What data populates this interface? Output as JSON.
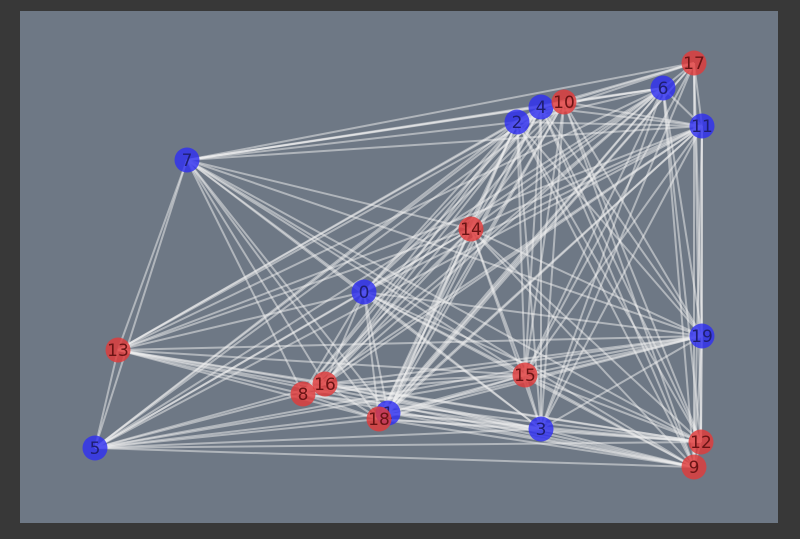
{
  "colors": {
    "frame": "#383838",
    "canvas": "#6e7885",
    "edge": "#f2f2f2",
    "node_blue": "#3030f0",
    "node_red": "#e03a3a",
    "label_blue": "#1e1e70",
    "label_red": "#6a1414"
  },
  "graph": {
    "nodes": [
      {
        "id": "0",
        "group": "blue"
      },
      {
        "id": "1",
        "group": "blue"
      },
      {
        "id": "2",
        "group": "blue"
      },
      {
        "id": "3",
        "group": "blue"
      },
      {
        "id": "4",
        "group": "blue"
      },
      {
        "id": "5",
        "group": "blue"
      },
      {
        "id": "6",
        "group": "blue"
      },
      {
        "id": "7",
        "group": "blue"
      },
      {
        "id": "8",
        "group": "red"
      },
      {
        "id": "9",
        "group": "red"
      },
      {
        "id": "10",
        "group": "red"
      },
      {
        "id": "11",
        "group": "blue"
      },
      {
        "id": "12",
        "group": "red"
      },
      {
        "id": "13",
        "group": "red"
      },
      {
        "id": "14",
        "group": "red"
      },
      {
        "id": "15",
        "group": "red"
      },
      {
        "id": "16",
        "group": "red"
      },
      {
        "id": "17",
        "group": "red"
      },
      {
        "id": "18",
        "group": "red"
      },
      {
        "id": "19",
        "group": "blue"
      }
    ],
    "edges": [
      [
        "7",
        "2"
      ],
      [
        "7",
        "4"
      ],
      [
        "7",
        "10"
      ],
      [
        "7",
        "6"
      ],
      [
        "7",
        "17"
      ],
      [
        "7",
        "11"
      ],
      [
        "7",
        "14"
      ],
      [
        "7",
        "0"
      ],
      [
        "7",
        "15"
      ],
      [
        "7",
        "19"
      ],
      [
        "7",
        "3"
      ],
      [
        "7",
        "12"
      ],
      [
        "7",
        "9"
      ],
      [
        "7",
        "8"
      ],
      [
        "7",
        "16"
      ],
      [
        "7",
        "18"
      ],
      [
        "7",
        "1"
      ],
      [
        "7",
        "13"
      ],
      [
        "7",
        "5"
      ],
      [
        "13",
        "2"
      ],
      [
        "13",
        "4"
      ],
      [
        "13",
        "10"
      ],
      [
        "13",
        "6"
      ],
      [
        "13",
        "11"
      ],
      [
        "13",
        "14"
      ],
      [
        "13",
        "0"
      ],
      [
        "13",
        "15"
      ],
      [
        "13",
        "19"
      ],
      [
        "13",
        "3"
      ],
      [
        "13",
        "12"
      ],
      [
        "13",
        "9"
      ],
      [
        "13",
        "8"
      ],
      [
        "13",
        "16"
      ],
      [
        "13",
        "18"
      ],
      [
        "13",
        "5"
      ],
      [
        "5",
        "2"
      ],
      [
        "5",
        "4"
      ],
      [
        "5",
        "10"
      ],
      [
        "5",
        "6"
      ],
      [
        "5",
        "11"
      ],
      [
        "5",
        "14"
      ],
      [
        "5",
        "0"
      ],
      [
        "5",
        "15"
      ],
      [
        "5",
        "19"
      ],
      [
        "5",
        "3"
      ],
      [
        "5",
        "12"
      ],
      [
        "5",
        "9"
      ],
      [
        "5",
        "8"
      ],
      [
        "5",
        "16"
      ],
      [
        "5",
        "18"
      ],
      [
        "5",
        "1"
      ],
      [
        "8",
        "2"
      ],
      [
        "8",
        "4"
      ],
      [
        "8",
        "6"
      ],
      [
        "8",
        "11"
      ],
      [
        "8",
        "14"
      ],
      [
        "8",
        "0"
      ],
      [
        "8",
        "15"
      ],
      [
        "8",
        "19"
      ],
      [
        "8",
        "3"
      ],
      [
        "8",
        "12"
      ],
      [
        "8",
        "9"
      ],
      [
        "8",
        "16"
      ],
      [
        "8",
        "18"
      ],
      [
        "16",
        "2"
      ],
      [
        "16",
        "4"
      ],
      [
        "16",
        "10"
      ],
      [
        "16",
        "6"
      ],
      [
        "16",
        "11"
      ],
      [
        "16",
        "14"
      ],
      [
        "16",
        "0"
      ],
      [
        "16",
        "15"
      ],
      [
        "16",
        "19"
      ],
      [
        "16",
        "3"
      ],
      [
        "16",
        "12"
      ],
      [
        "16",
        "9"
      ],
      [
        "16",
        "18"
      ],
      [
        "18",
        "2"
      ],
      [
        "18",
        "4"
      ],
      [
        "18",
        "10"
      ],
      [
        "18",
        "6"
      ],
      [
        "18",
        "17"
      ],
      [
        "18",
        "11"
      ],
      [
        "18",
        "14"
      ],
      [
        "18",
        "0"
      ],
      [
        "18",
        "15"
      ],
      [
        "18",
        "19"
      ],
      [
        "18",
        "3"
      ],
      [
        "18",
        "12"
      ],
      [
        "18",
        "9"
      ],
      [
        "1",
        "2"
      ],
      [
        "1",
        "4"
      ],
      [
        "1",
        "10"
      ],
      [
        "1",
        "6"
      ],
      [
        "1",
        "17"
      ],
      [
        "1",
        "11"
      ],
      [
        "1",
        "14"
      ],
      [
        "1",
        "0"
      ],
      [
        "1",
        "15"
      ],
      [
        "1",
        "19"
      ],
      [
        "1",
        "3"
      ],
      [
        "1",
        "12"
      ],
      [
        "1",
        "9"
      ],
      [
        "0",
        "2"
      ],
      [
        "0",
        "4"
      ],
      [
        "0",
        "10"
      ],
      [
        "0",
        "6"
      ],
      [
        "0",
        "11"
      ],
      [
        "0",
        "14"
      ],
      [
        "0",
        "15"
      ],
      [
        "0",
        "19"
      ],
      [
        "0",
        "3"
      ],
      [
        "0",
        "12"
      ],
      [
        "0",
        "9"
      ],
      [
        "14",
        "2"
      ],
      [
        "14",
        "4"
      ],
      [
        "14",
        "10"
      ],
      [
        "14",
        "6"
      ],
      [
        "14",
        "11"
      ],
      [
        "14",
        "15"
      ],
      [
        "14",
        "19"
      ],
      [
        "14",
        "3"
      ],
      [
        "14",
        "12"
      ],
      [
        "14",
        "9"
      ],
      [
        "15",
        "2"
      ],
      [
        "15",
        "4"
      ],
      [
        "15",
        "10"
      ],
      [
        "15",
        "6"
      ],
      [
        "15",
        "17"
      ],
      [
        "15",
        "11"
      ],
      [
        "15",
        "19"
      ],
      [
        "15",
        "3"
      ],
      [
        "15",
        "12"
      ],
      [
        "15",
        "9"
      ],
      [
        "3",
        "2"
      ],
      [
        "3",
        "4"
      ],
      [
        "3",
        "10"
      ],
      [
        "3",
        "6"
      ],
      [
        "3",
        "17"
      ],
      [
        "3",
        "11"
      ],
      [
        "3",
        "19"
      ],
      [
        "3",
        "12"
      ],
      [
        "3",
        "9"
      ],
      [
        "19",
        "2"
      ],
      [
        "19",
        "4"
      ],
      [
        "19",
        "10"
      ],
      [
        "19",
        "6"
      ],
      [
        "19",
        "17"
      ],
      [
        "19",
        "11"
      ],
      [
        "19",
        "12"
      ],
      [
        "19",
        "9"
      ],
      [
        "12",
        "2"
      ],
      [
        "12",
        "4"
      ],
      [
        "12",
        "10"
      ],
      [
        "12",
        "6"
      ],
      [
        "12",
        "11"
      ],
      [
        "12",
        "17"
      ],
      [
        "12",
        "9"
      ],
      [
        "9",
        "2"
      ],
      [
        "9",
        "4"
      ],
      [
        "9",
        "10"
      ],
      [
        "9",
        "6"
      ],
      [
        "9",
        "11"
      ],
      [
        "9",
        "17"
      ],
      [
        "2",
        "4"
      ],
      [
        "2",
        "10"
      ],
      [
        "2",
        "6"
      ],
      [
        "2",
        "17"
      ],
      [
        "2",
        "11"
      ],
      [
        "4",
        "10"
      ],
      [
        "4",
        "6"
      ],
      [
        "4",
        "17"
      ],
      [
        "4",
        "11"
      ],
      [
        "10",
        "6"
      ],
      [
        "10",
        "17"
      ],
      [
        "10",
        "11"
      ],
      [
        "6",
        "17"
      ],
      [
        "6",
        "11"
      ],
      [
        "11",
        "17"
      ]
    ]
  }
}
